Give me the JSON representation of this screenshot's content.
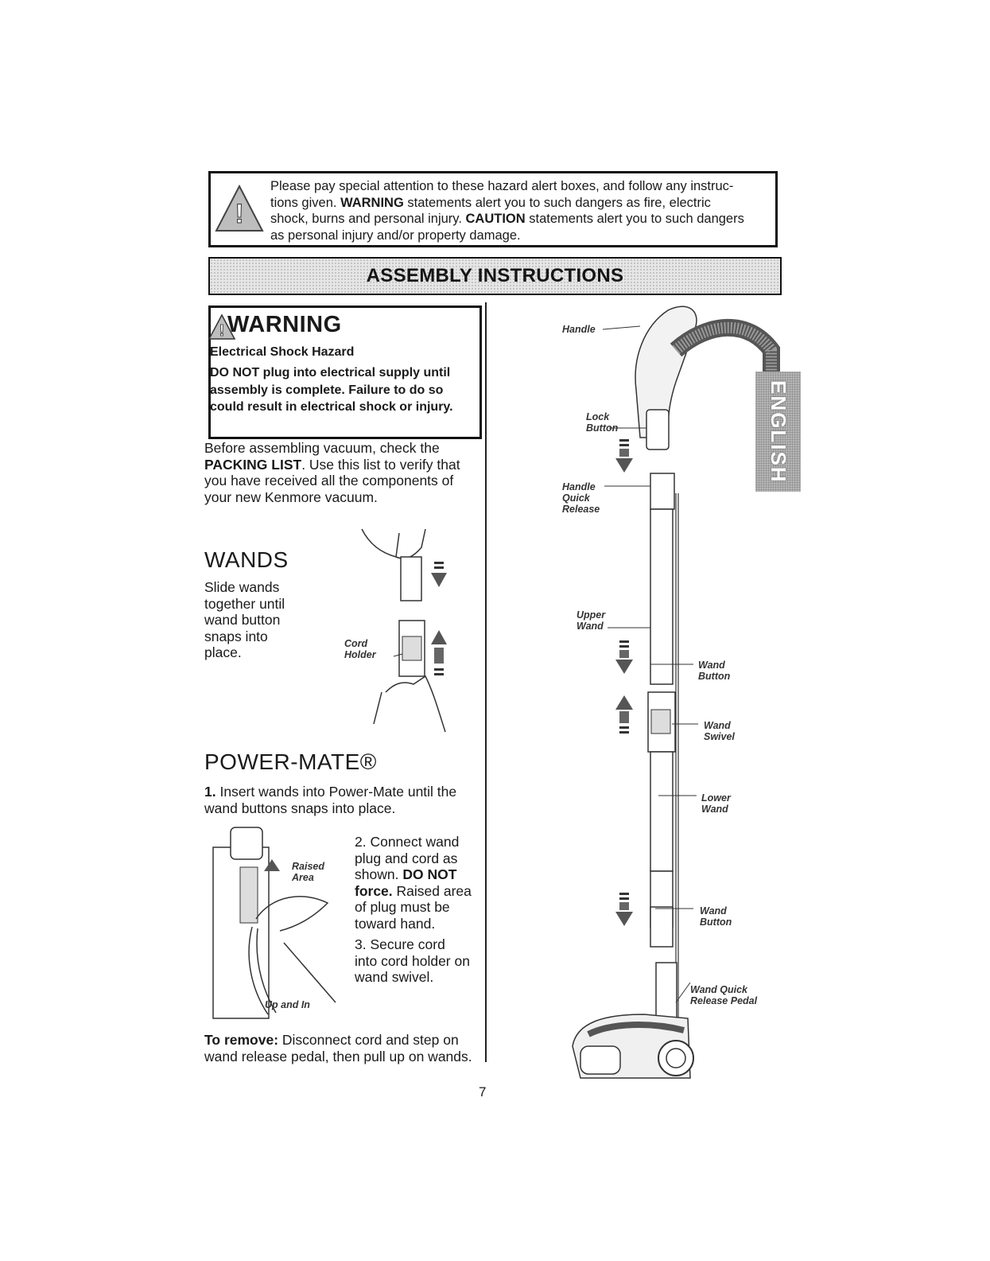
{
  "hazard_alert": {
    "line1": "Please pay special attention to these hazard alert boxes, and follow any instruc-",
    "line2_a": "tions given.",
    "line2_b": "WARNING",
    "line2_c": "statements alert you to such dangers as fire, electric",
    "line3_a": "shock, burns and personal injury.",
    "line3_b": "CAUTION",
    "line3_c": "statements alert you to such dangers",
    "line4": "as personal injury and/or property damage."
  },
  "banner": {
    "title": "ASSEMBLY INSTRUCTIONS"
  },
  "warning": {
    "title": "WARNING",
    "subtitle": "Electrical Shock Hazard",
    "body": "DO NOT plug into electrical supply until assembly is complete. Failure to do so could result in electrical shock or injury."
  },
  "intro": {
    "text_a": "Before assembling vacuum, check the",
    "text_b": "PACKING LIST",
    "text_c": ". Use this list to verify that you have received all the components of your new Kenmore vacuum."
  },
  "wands": {
    "heading": "WANDS",
    "text": "Slide wands together until wand button snaps into place.",
    "label_cord_holder_1": "Cord",
    "label_cord_holder_2": "Holder"
  },
  "powermate": {
    "heading": "POWER-MATE®",
    "step1_num": "1.",
    "step1_text": "Insert wands into Power-Mate until the wand buttons snaps into place.",
    "step2_a": "2. Connect wand plug and cord as shown.",
    "step2_b": "DO NOT force.",
    "step2_c": "Raised area of plug must be toward hand.",
    "step3": "3. Secure cord into cord holder on wand swivel.",
    "label_raised_1": "Raised",
    "label_raised_2": "Area",
    "label_up_in": "Up and In",
    "remove_a": "To remove:",
    "remove_b": "Disconnect cord and step on wand release pedal, then pull up on wands."
  },
  "diagram_labels": {
    "handle": "Handle",
    "lock_button_1": "Lock",
    "lock_button_2": "Button",
    "handle_quick_release_1": "Handle",
    "handle_quick_release_2": "Quick",
    "handle_quick_release_3": "Release",
    "upper_wand_1": "Upper",
    "upper_wand_2": "Wand",
    "wand_button_1a": "Wand",
    "wand_button_1b": "Button",
    "wand_swivel_1": "Wand",
    "wand_swivel_2": "Swivel",
    "lower_wand_1": "Lower",
    "lower_wand_2": "Wand",
    "wand_button_2a": "Wand",
    "wand_button_2b": "Button",
    "wand_quick_release_1": "Wand Quick",
    "wand_quick_release_2": "Release Pedal"
  },
  "side_tab": {
    "text": "ENGLISH"
  },
  "page_number": "7"
}
